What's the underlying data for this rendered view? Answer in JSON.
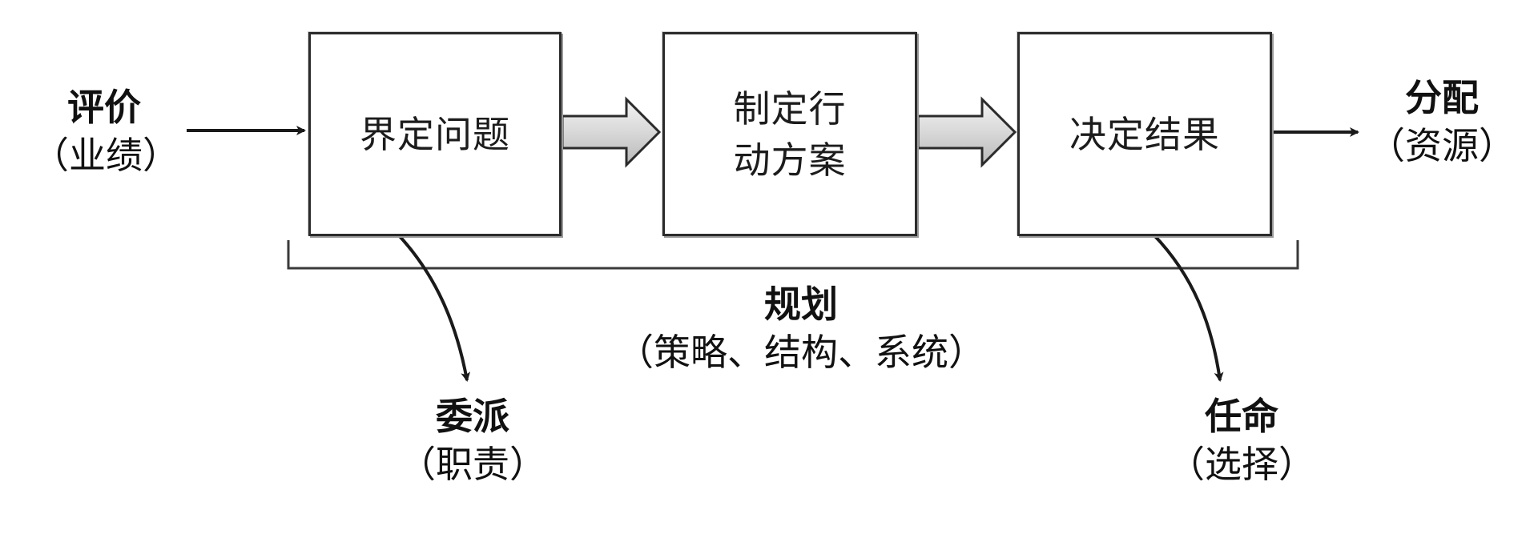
{
  "boxes": {
    "define_problem": {
      "lines": [
        "界定问题"
      ]
    },
    "plan_action": {
      "lines": [
        "制定行",
        "动方案"
      ]
    },
    "decide_result": {
      "lines": [
        "决定结果"
      ]
    }
  },
  "labels": {
    "evaluate": {
      "main": "评价",
      "sub": "（业绩）"
    },
    "allocate": {
      "main": "分配",
      "sub": "（资源）"
    },
    "planning": {
      "main": "规划",
      "sub": "（策略、结构、系统）"
    },
    "delegate": {
      "main": "委派",
      "sub": "（职责）"
    },
    "appoint": {
      "main": "任命",
      "sub": "（选择）"
    }
  }
}
